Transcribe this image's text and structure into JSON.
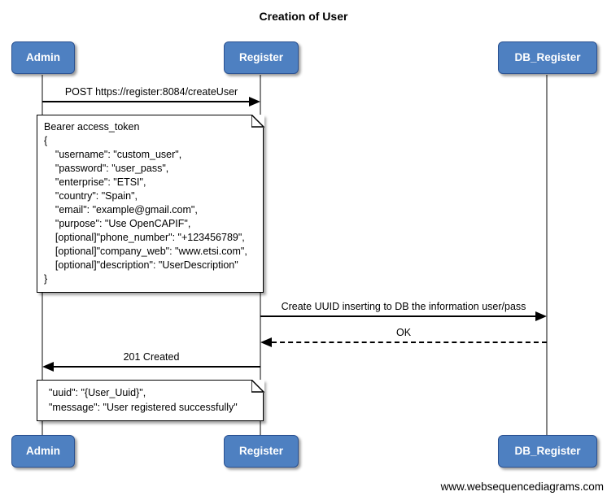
{
  "title": "Creation of User",
  "footer": "www.websequencediagrams.com",
  "actors": [
    {
      "label": "Admin"
    },
    {
      "label": "Register"
    },
    {
      "label": "DB_Register"
    }
  ],
  "messages": [
    {
      "label": "POST https://register:8084/createUser",
      "from": "Admin",
      "to": "Register",
      "line": "solid"
    },
    {
      "label": "Create UUID inserting to DB the information user/pass",
      "from": "Register",
      "to": "DB_Register",
      "line": "solid"
    },
    {
      "label": "OK",
      "from": "DB_Register",
      "to": "Register",
      "line": "dashed"
    },
    {
      "label": "201 Created",
      "from": "Register",
      "to": "Admin",
      "line": "solid"
    }
  ],
  "notes": [
    {
      "lines": [
        "Bearer access_token",
        "{",
        "    \"username\": \"custom_user\",",
        "    \"password\": \"user_pass\",",
        "    \"enterprise\": \"ETSI\",",
        "    \"country\": \"Spain\",",
        "    \"email\": \"example@gmail.com\",",
        "    \"purpose\": \"Use OpenCAPIF\",",
        "    [optional]\"phone_number\": \"+123456789\",",
        "    [optional]\"company_web\": \"www.etsi.com\",",
        "    [optional]\"description\": \"UserDescription\"",
        "}"
      ]
    },
    {
      "lines": [
        "\"uuid\": \"{User_Uuid}\",",
        "\"message\": \"User registered successfully\""
      ]
    }
  ],
  "colors": {
    "actor_fill": "#4e80c1",
    "actor_border": "#2a5191",
    "lifeline": "#848484",
    "line": "#000000",
    "note_fill": "#ffffff",
    "background": "#ffffff"
  }
}
